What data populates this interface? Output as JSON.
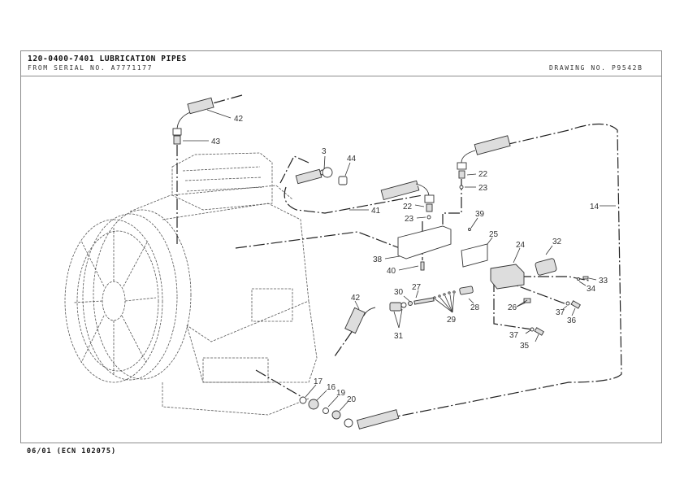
{
  "header": {
    "part_title": "120-0400-7401 LUBRICATION PIPES",
    "serial_line": "FROM SERIAL NO. A7771177",
    "drawing_number": "DRAWING NO. P9542B"
  },
  "footer": {
    "revision_note": "06/01 (ECN 102075)"
  },
  "drawing": {
    "subject": "transmission housing with lubrication pipe assembly (exploded view)",
    "callouts": [
      {
        "id": "c42a",
        "label": "42",
        "part": "hose assembly (upper)"
      },
      {
        "id": "c43",
        "label": "43",
        "part": "adapter fitting"
      },
      {
        "id": "c3",
        "label": "3",
        "part": "o-ring"
      },
      {
        "id": "c44",
        "label": "44",
        "part": "plug"
      },
      {
        "id": "c41",
        "label": "41",
        "part": "pipe"
      },
      {
        "id": "c22a",
        "label": "22",
        "part": "connector (upper)"
      },
      {
        "id": "c23a",
        "label": "23",
        "part": "o-ring (upper)"
      },
      {
        "id": "c22b",
        "label": "22",
        "part": "connector (lower)"
      },
      {
        "id": "c23b",
        "label": "23",
        "part": "o-ring (lower)"
      },
      {
        "id": "c39",
        "label": "39",
        "part": "screw"
      },
      {
        "id": "c14",
        "label": "14",
        "part": "pipe (long return)"
      },
      {
        "id": "c25",
        "label": "25",
        "part": "gasket"
      },
      {
        "id": "c24",
        "label": "24",
        "part": "valve body"
      },
      {
        "id": "c32",
        "label": "32",
        "part": "solenoid"
      },
      {
        "id": "c38",
        "label": "38",
        "part": "manifold plate"
      },
      {
        "id": "c40",
        "label": "40",
        "part": "bolt"
      },
      {
        "id": "c33",
        "label": "33",
        "part": "screw"
      },
      {
        "id": "c34",
        "label": "34",
        "part": "washer"
      },
      {
        "id": "c30",
        "label": "30",
        "part": "washer"
      },
      {
        "id": "c27",
        "label": "27",
        "part": "spring"
      },
      {
        "id": "c28",
        "label": "28",
        "part": "plug"
      },
      {
        "id": "c26",
        "label": "26",
        "part": "fitting"
      },
      {
        "id": "c42b",
        "label": "42",
        "part": "hose assembly (lower)"
      },
      {
        "id": "c29",
        "label": "29",
        "part": "shims"
      },
      {
        "id": "c37a",
        "label": "37",
        "part": "washer"
      },
      {
        "id": "c36",
        "label": "36",
        "part": "bolt"
      },
      {
        "id": "c31",
        "label": "31",
        "part": "adapter with o-ring"
      },
      {
        "id": "c37b",
        "label": "37",
        "part": "washer"
      },
      {
        "id": "c35",
        "label": "35",
        "part": "bolt"
      },
      {
        "id": "c17",
        "label": "17",
        "part": "o-ring"
      },
      {
        "id": "c16",
        "label": "16",
        "part": "adapter"
      },
      {
        "id": "c19",
        "label": "19",
        "part": "o-ring"
      },
      {
        "id": "c20",
        "label": "20",
        "part": "connector"
      }
    ]
  }
}
